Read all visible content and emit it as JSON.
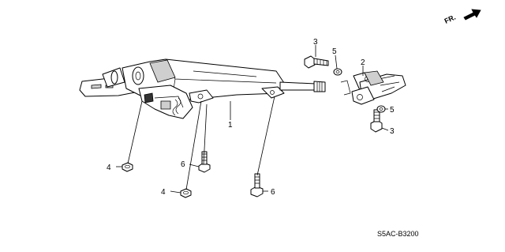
{
  "orientation": {
    "label": "FR."
  },
  "diagram_code": "S5AC-B3200",
  "callouts": [
    "1",
    "2",
    "3",
    "3",
    "4",
    "4",
    "5",
    "5",
    "6",
    "6"
  ]
}
